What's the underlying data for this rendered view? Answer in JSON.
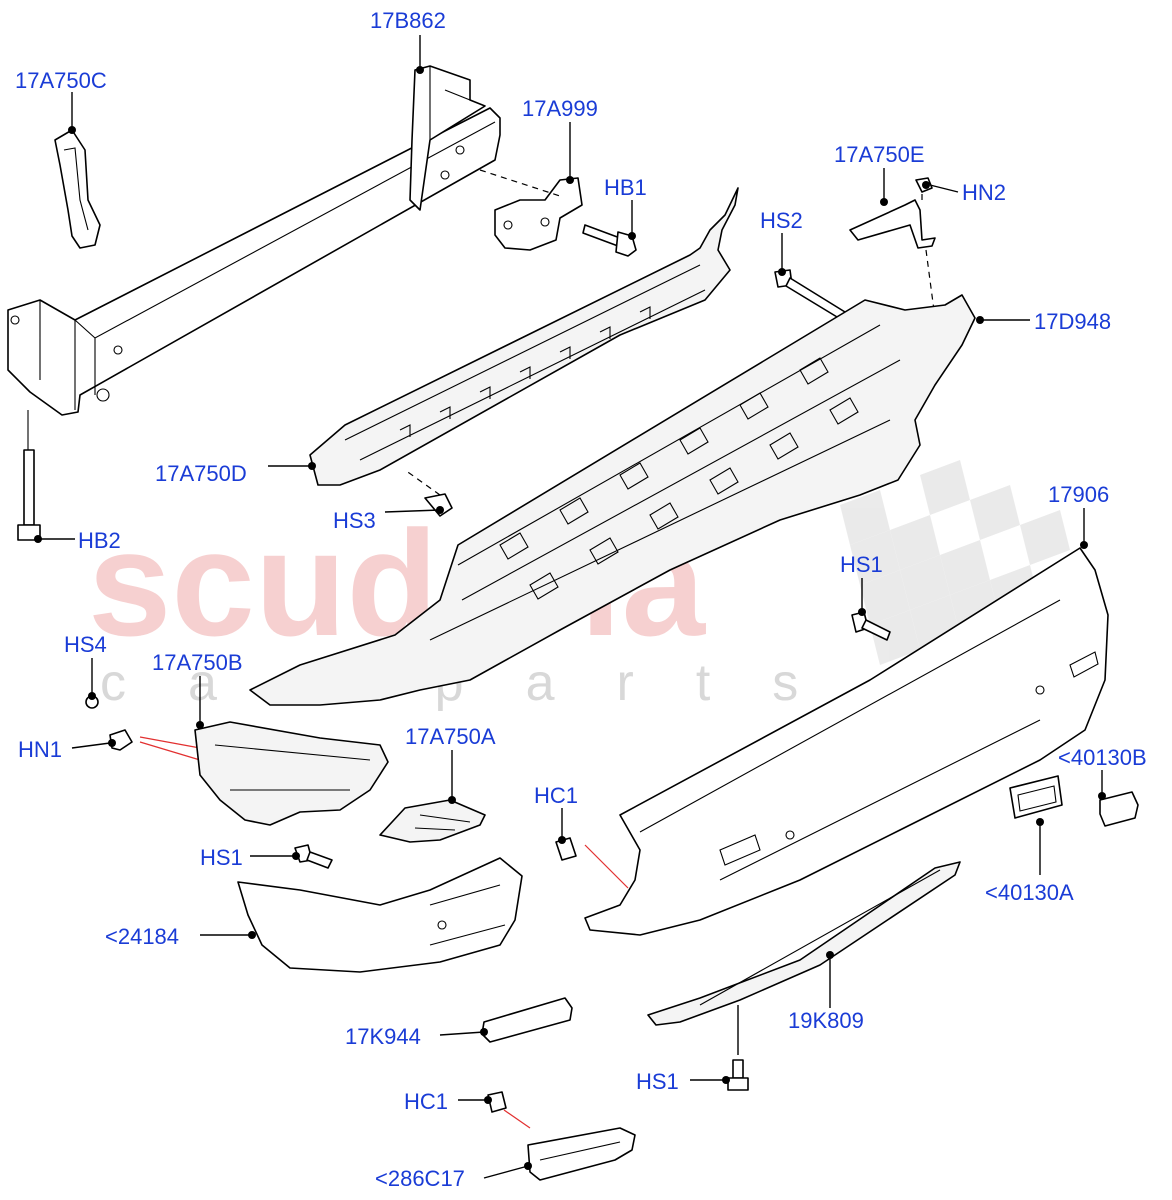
{
  "watermark": {
    "brand": "scuderia",
    "sub": "car parts"
  },
  "callouts": {
    "c17B862": "17B862",
    "c17A750C": "17A750C",
    "c17A999": "17A999",
    "cHB1": "HB1",
    "c17A750E": "17A750E",
    "cHN2": "HN2",
    "cHS2": "HS2",
    "c17D948": "17D948",
    "c17A750D": "17A750D",
    "cHS3": "HS3",
    "cHB2": "HB2",
    "c17906": "17906",
    "cHS1_top": "HS1",
    "cHS4": "HS4",
    "c17A750B": "17A750B",
    "cHN1": "HN1",
    "c17A750A": "17A750A",
    "cHC1_mid": "HC1",
    "c40130B": "<40130B",
    "cHS1_left": "HS1",
    "c40130A": "<40130A",
    "c24184": "<24184",
    "c19K809": "19K809",
    "c17K944": "17K944",
    "cHS1_bottom": "HS1",
    "cHC1_bottom": "HC1",
    "c286C17": "<286C17"
  },
  "colors": {
    "callout": "#1a3cd6",
    "watermark": "#f2b8b8",
    "indicator": "#e23030"
  }
}
